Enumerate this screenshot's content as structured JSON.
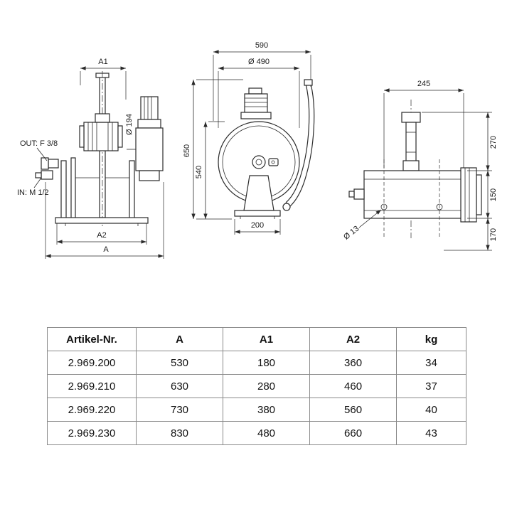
{
  "views": {
    "side": {
      "dim_a1": "A1",
      "dim_dia194": "Ø 194",
      "out_label": "OUT: F 3/8",
      "in_label": "IN: M 1/2",
      "dim_a2": "A2",
      "dim_a": "A"
    },
    "front": {
      "dim_590": "590",
      "dim_dia490": "Ø 490",
      "dim_650": "650",
      "dim_540": "540",
      "dim_200": "200"
    },
    "top": {
      "dim_245": "245",
      "dim_270": "270",
      "dim_150": "150",
      "dim_170": "170",
      "dim_dia13": "Ø 13"
    }
  },
  "table": {
    "headers": [
      "Artikel-Nr.",
      "A",
      "A1",
      "A2",
      "kg"
    ],
    "rows": [
      [
        "2.969.200",
        "530",
        "180",
        "360",
        "34"
      ],
      [
        "2.969.210",
        "630",
        "280",
        "460",
        "37"
      ],
      [
        "2.969.220",
        "730",
        "380",
        "560",
        "40"
      ],
      [
        "2.969.230",
        "830",
        "480",
        "660",
        "43"
      ]
    ]
  }
}
